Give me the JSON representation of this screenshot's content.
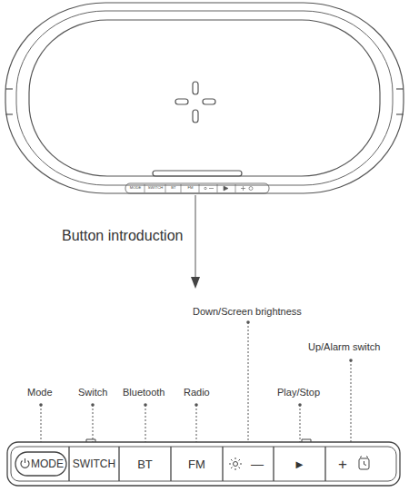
{
  "diagram": {
    "nodes": [
      {
        "text": [
          "MODE"
        ]
      },
      {
        "text": [
          "SWITCH"
        ]
      },
      {
        "text": [
          "BT"
        ]
      },
      {
        "text": [
          "FM"
        ]
      },
      {
        "text": [
          "—"
        ]
      },
      {
        "text": [
          "►"
        ]
      },
      {
        "text": [
          "+"
        ]
      }
    ],
    "labels": [
      "MODE",
      "SWITCH",
      "BT",
      "FM",
      "Button introduction",
      "Down/Screen brightness",
      "Up/Alarm switch",
      "Mode",
      "Switch",
      "Bluetooth",
      "Radio",
      "Play/Stop"
    ]
  }
}
